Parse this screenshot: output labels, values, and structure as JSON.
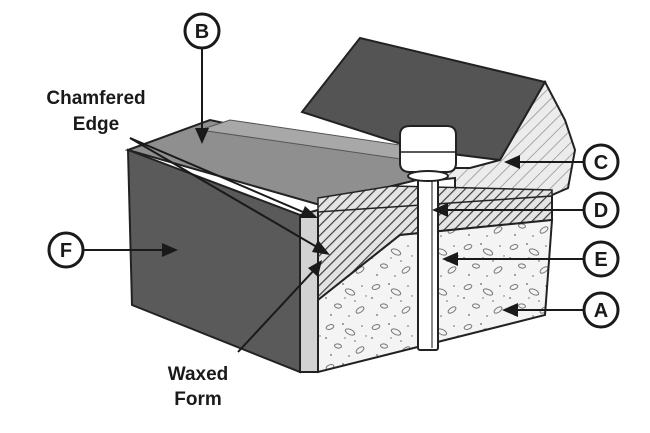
{
  "callouts": {
    "a": "A",
    "b": "B",
    "c": "C",
    "d": "D",
    "e": "E",
    "f": "F"
  },
  "labels": {
    "chamfered_line1": "Chamfered",
    "chamfered_line2": "Edge",
    "waxed_line1": "Waxed",
    "waxed_line2": "Form"
  },
  "colors": {
    "dark_surface": "#5a5a5a",
    "top_surface": "#8c8c8c",
    "form_face": "#cfcfcf",
    "hatch": "#4a4a4a",
    "concrete": "#f2f2f2",
    "ink": "#1a1a1a"
  }
}
